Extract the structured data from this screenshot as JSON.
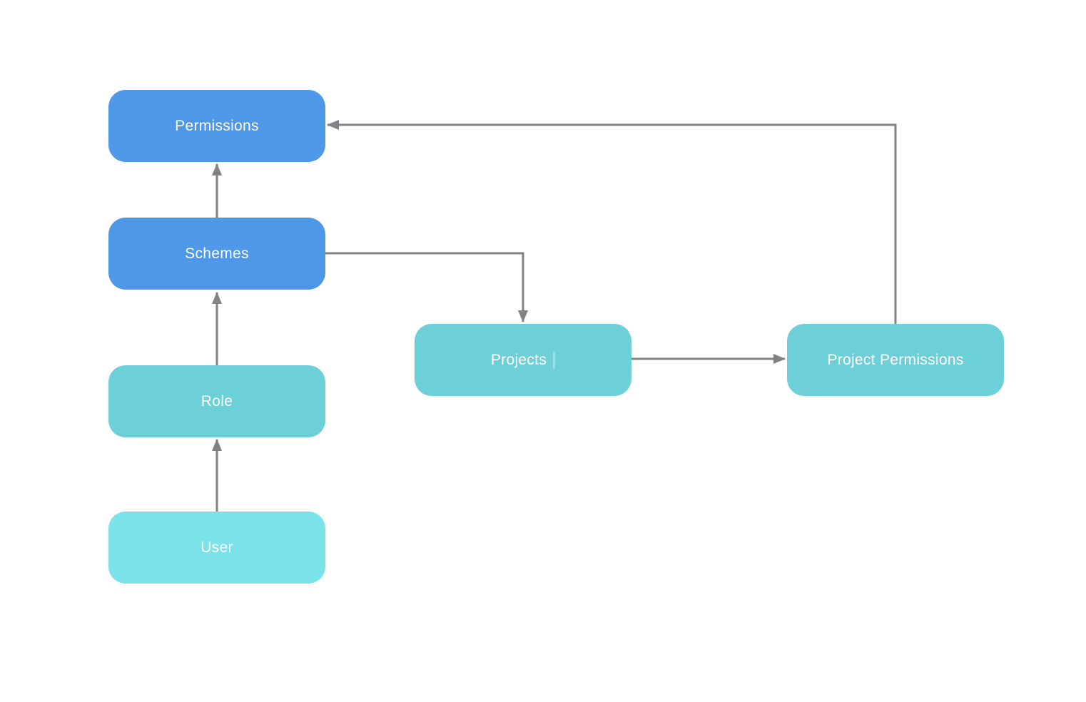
{
  "diagram": {
    "background_color": "#ffffff",
    "connector_color": "#808285",
    "node_text_color": "#ffffff",
    "nodes": {
      "permissions": {
        "label": "Permissions",
        "fill": "#4f97e7"
      },
      "schemes": {
        "label": "Schemes",
        "fill": "#4f97e7"
      },
      "role": {
        "label": "Role",
        "fill": "#6dcfd8"
      },
      "user": {
        "label": "User",
        "fill": "#7ce2e9"
      },
      "projects": {
        "label": "Projects",
        "fill": "#6dcfd8"
      },
      "project_permissions": {
        "label": "Project Permissions",
        "fill": "#6dcfd8"
      }
    },
    "edges": [
      {
        "from": "user",
        "to": "role",
        "direction": "up"
      },
      {
        "from": "role",
        "to": "schemes",
        "direction": "up"
      },
      {
        "from": "schemes",
        "to": "permissions",
        "direction": "up"
      },
      {
        "from": "schemes",
        "to": "projects",
        "direction": "right-then-down"
      },
      {
        "from": "projects",
        "to": "project_permissions",
        "direction": "right"
      },
      {
        "from": "project_permissions",
        "to": "permissions",
        "direction": "up-then-left"
      }
    ]
  }
}
